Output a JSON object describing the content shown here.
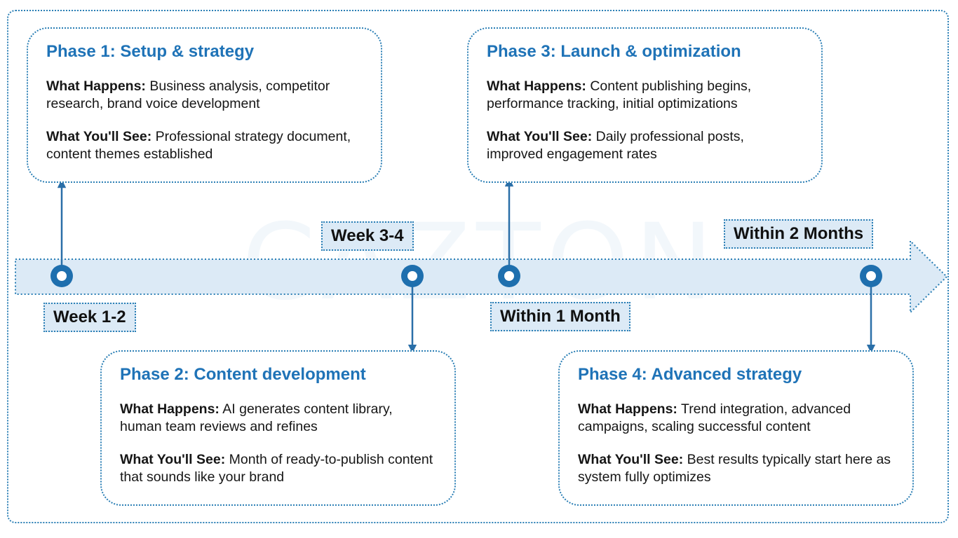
{
  "watermark": "CAZTON",
  "colors": {
    "accent": "#1f73b7",
    "band": "#dceaf6",
    "border": "#2b7fb5",
    "node": "#1e6fae"
  },
  "time_labels": [
    "Week 1-2",
    "Week 3-4",
    "Within 1 Month",
    "Within 2 Months"
  ],
  "phases": [
    {
      "title": "Phase 1: Setup & strategy",
      "happens_label": "What Happens:",
      "happens_text": "Business analysis, competitor research, brand voice development",
      "see_label": "What You'll See:",
      "see_text": "Professional strategy document, content themes established"
    },
    {
      "title": "Phase 2: Content development",
      "happens_label": "What Happens:",
      "happens_text": "AI generates content library, human team reviews and refines",
      "see_label": "What You'll See:",
      "see_text": "Month of ready-to-publish content that sounds like your brand"
    },
    {
      "title": "Phase 3: Launch & optimization",
      "happens_label": "What Happens:",
      "happens_text": "Content publishing begins, performance tracking, initial optimizations",
      "see_label": "What You'll See:",
      "see_text": "Daily professional posts, improved engagement rates"
    },
    {
      "title": "Phase 4: Advanced strategy",
      "happens_label": "What Happens:",
      "happens_text": "Trend integration, advanced campaigns, scaling successful content",
      "see_label": "What You'll See:",
      "see_text": "Best results typically start here as system fully optimizes"
    }
  ]
}
